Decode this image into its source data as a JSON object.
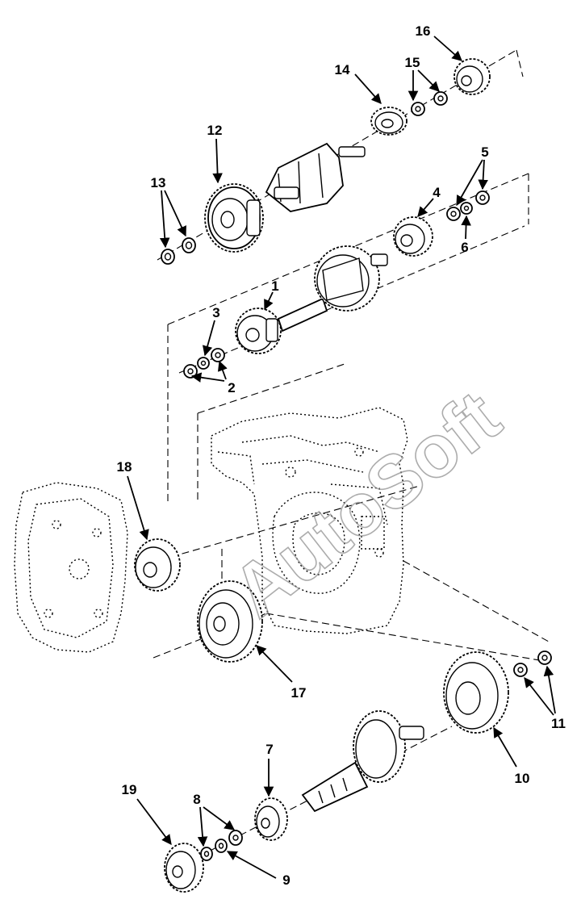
{
  "watermark": "AutoSoft",
  "callouts": {
    "c1": "1",
    "c2": "2",
    "c3": "3",
    "c4": "4",
    "c5": "5",
    "c6": "6",
    "c7": "7",
    "c8": "8",
    "c9": "9",
    "c10": "10",
    "c11": "11",
    "c12": "12",
    "c13": "13",
    "c14": "14",
    "c15": "15",
    "c16": "16",
    "c17": "17",
    "c18": "18",
    "c19": "19"
  }
}
